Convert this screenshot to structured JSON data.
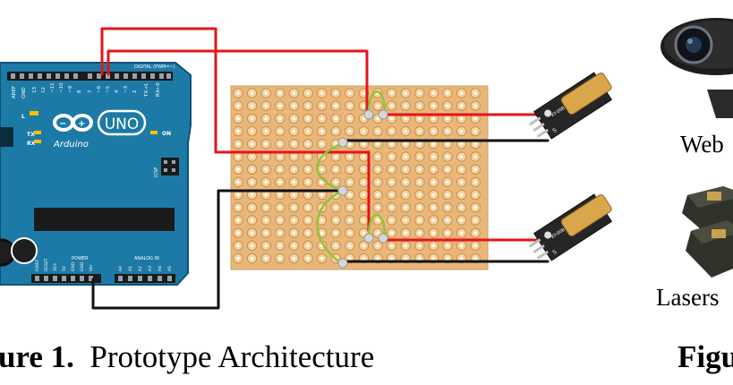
{
  "board": {
    "brand": "Arduino",
    "model": "UNO",
    "digital_header": "DIGITAL (PWM=~)",
    "power_header": "POWER",
    "analog_header": "ANALOG IN",
    "tx": "TX",
    "rx": "RX",
    "on": "ON",
    "l": "L",
    "icsp": "ICSP",
    "aref": "AREF",
    "gnd": "GND",
    "pins_top": [
      "13",
      "12",
      "~11",
      "~10",
      "~9",
      "8",
      "7",
      "~6",
      "~5",
      "4",
      "~3",
      "2",
      "TX→1",
      "RX←0"
    ],
    "pins_power": [
      "IOREF",
      "RESET",
      "3V3",
      "5V",
      "GND",
      "GND",
      "Vin"
    ],
    "pins_analog": [
      "A0",
      "A1",
      "A2",
      "A3",
      "A4",
      "A5"
    ]
  },
  "laser_module": {
    "labels": [
      "S",
      "KY-008"
    ]
  },
  "captions": {
    "fig1_number": "ure 1.",
    "fig1_title": "Prototype Architecture",
    "fig2_number": "Figu"
  },
  "side_labels": {
    "webcam": "Web",
    "lasers": "Lasers"
  },
  "colors": {
    "board": "#1d7aa6",
    "perfboard": "#e9b77a",
    "wire_red": "#e4141b",
    "wire_black": "#111111",
    "wire_green": "#8fc43c"
  }
}
